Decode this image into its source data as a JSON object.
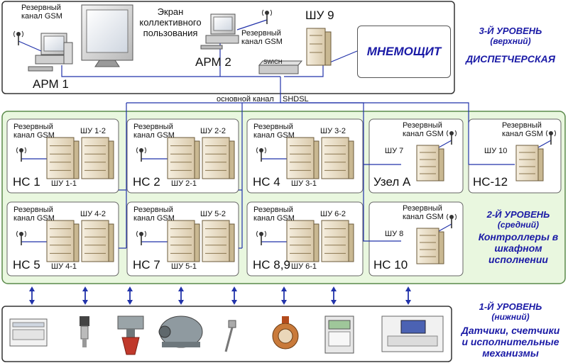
{
  "level3": {
    "title": "3-Й УРОВЕНЬ",
    "subtitle": "(верхний)",
    "desc": "ДИСПЕТЧЕРСКАЯ",
    "screen_label_1": "Экран",
    "screen_label_2": "коллективного",
    "screen_label_3": "пользования",
    "arm1": "АРМ 1",
    "arm2": "АРМ 2",
    "shu9": "ШУ 9",
    "gsm_a_1": "Резервный",
    "gsm_a_2": "канал GSM",
    "gsm_b_1": "Резервный",
    "gsm_b_2": "канал GSM",
    "switch": "SWICH",
    "mnemo": "МНЕМОЩИТ"
  },
  "channel": {
    "main": "основной канал",
    "shdsl": "SHDSL"
  },
  "level2": {
    "title": "2-Й УРОВЕНЬ",
    "subtitle": "(средний)",
    "desc_1": "Контроллеры в",
    "desc_2": "шкафном",
    "desc_3": "исполнении",
    "gsm_1": "Резервный",
    "gsm_2": "канал GSM",
    "stations": [
      {
        "name": "НС 1",
        "shu_top": "ШУ 1-2",
        "shu_bottom": "ШУ 1-1"
      },
      {
        "name": "НС 2",
        "shu_top": "ШУ 2-2",
        "shu_bottom": "ШУ 2-1"
      },
      {
        "name": "НС 4",
        "shu_top": "ШУ 3-2",
        "shu_bottom": "ШУ 3-1"
      },
      {
        "name": "Узел А",
        "shu": "ШУ 7"
      },
      {
        "name": "НС-12",
        "shu": "ШУ 10"
      },
      {
        "name": "НС 5",
        "shu_top": "ШУ 4-2",
        "shu_bottom": "ШУ 4-1"
      },
      {
        "name": "НС 7",
        "shu_top": "ШУ 5-2",
        "shu_bottom": "ШУ 5-1"
      },
      {
        "name": "НС 8,9",
        "shu_top": "ШУ 6-2",
        "shu_bottom": "ШУ 6-1"
      },
      {
        "name": "НС 10",
        "shu": "ШУ 8"
      }
    ]
  },
  "level1": {
    "title": "1-Й УРОВЕНЬ",
    "subtitle": "(нижний)",
    "desc_1": "Датчики, счетчики",
    "desc_2": "и исполнительные",
    "desc_3": "механизмы"
  },
  "colors": {
    "panel_border": "#333333",
    "level2_bg": "#e9f7df",
    "level2_border": "#5a8a4a",
    "link_line": "#2233aa",
    "level_text": "#1a1aa6",
    "cabinet": "#efe4cf"
  }
}
